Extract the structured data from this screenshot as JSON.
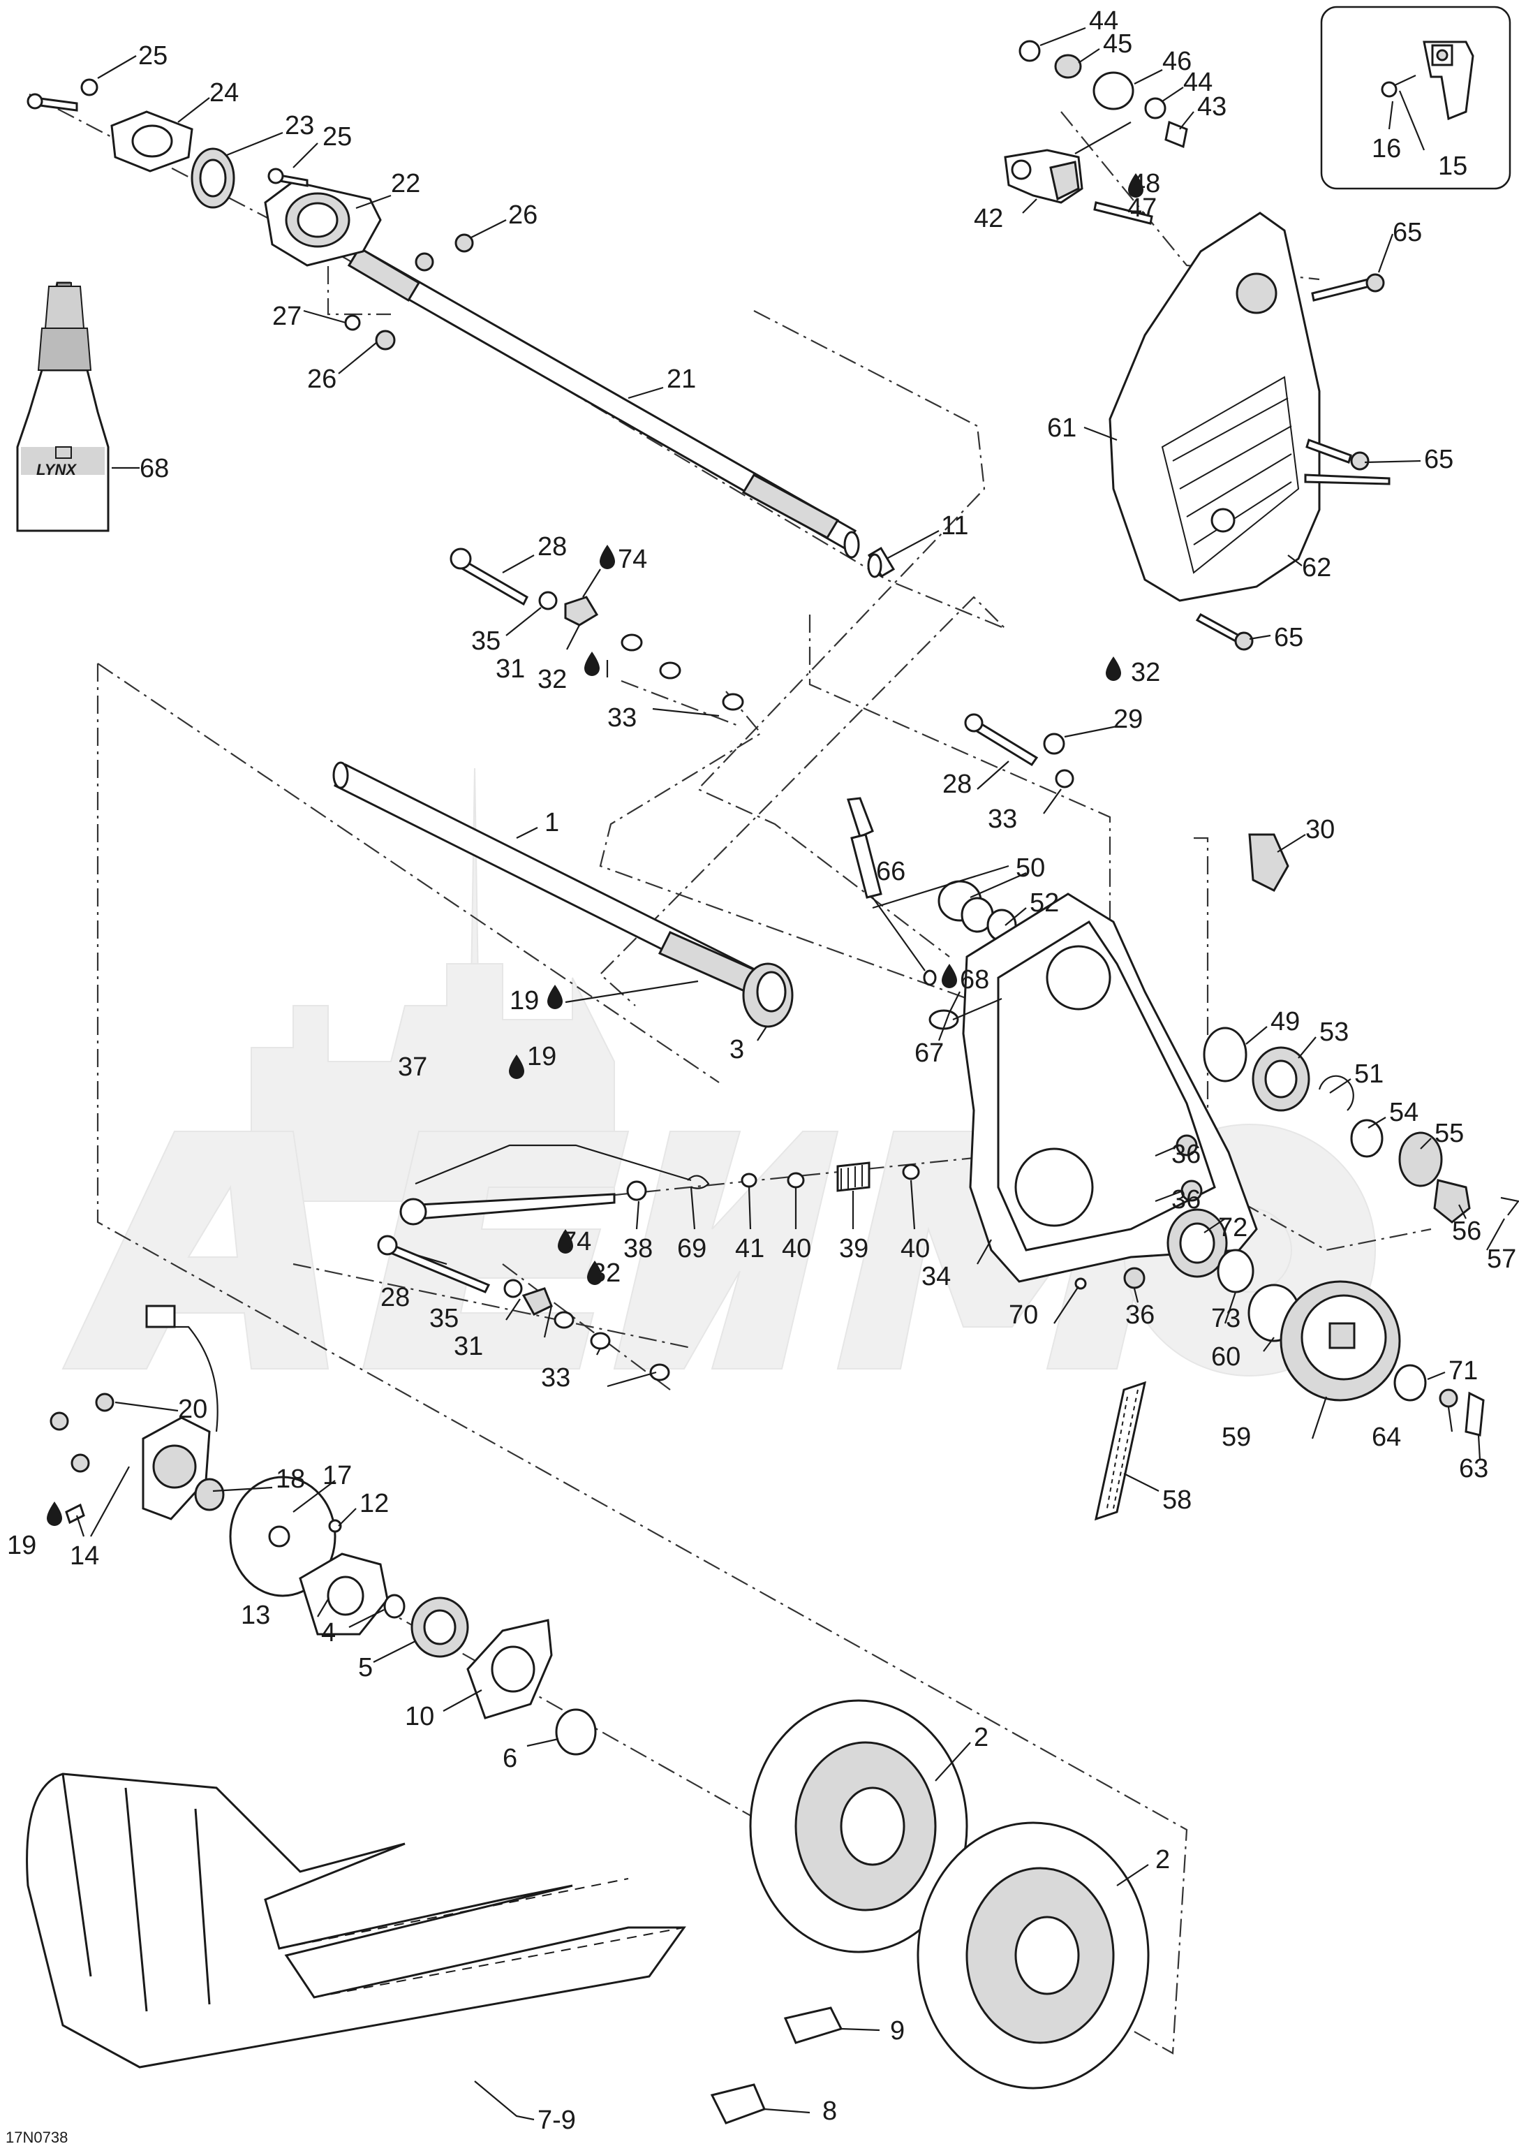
{
  "figure_code": "17N0738",
  "bottle_brand": "LYNX",
  "callouts": [
    {
      "id": "c1",
      "label": "1"
    },
    {
      "id": "c2a",
      "label": "2"
    },
    {
      "id": "c2b",
      "label": "2"
    },
    {
      "id": "c3",
      "label": "3"
    },
    {
      "id": "c4",
      "label": "4"
    },
    {
      "id": "c5",
      "label": "5"
    },
    {
      "id": "c6",
      "label": "6"
    },
    {
      "id": "c79",
      "label": "7-9"
    },
    {
      "id": "c8",
      "label": "8"
    },
    {
      "id": "c9",
      "label": "9"
    },
    {
      "id": "c10",
      "label": "10"
    },
    {
      "id": "c11",
      "label": "11"
    },
    {
      "id": "c12",
      "label": "12"
    },
    {
      "id": "c13",
      "label": "13"
    },
    {
      "id": "c14",
      "label": "14"
    },
    {
      "id": "c15",
      "label": "15"
    },
    {
      "id": "c16",
      "label": "16"
    },
    {
      "id": "c17",
      "label": "17"
    },
    {
      "id": "c18",
      "label": "18"
    },
    {
      "id": "c19a",
      "label": "19"
    },
    {
      "id": "c19b",
      "label": "19"
    },
    {
      "id": "c19c",
      "label": "19"
    },
    {
      "id": "c20",
      "label": "20"
    },
    {
      "id": "c21",
      "label": "21"
    },
    {
      "id": "c22",
      "label": "22"
    },
    {
      "id": "c23",
      "label": "23"
    },
    {
      "id": "c24",
      "label": "24"
    },
    {
      "id": "c25a",
      "label": "25"
    },
    {
      "id": "c25b",
      "label": "25"
    },
    {
      "id": "c26a",
      "label": "26"
    },
    {
      "id": "c26b",
      "label": "26"
    },
    {
      "id": "c27",
      "label": "27"
    },
    {
      "id": "c28a",
      "label": "28"
    },
    {
      "id": "c28b",
      "label": "28"
    },
    {
      "id": "c28c",
      "label": "28"
    },
    {
      "id": "c29",
      "label": "29"
    },
    {
      "id": "c30",
      "label": "30"
    },
    {
      "id": "c31a",
      "label": "31"
    },
    {
      "id": "c31b",
      "label": "31"
    },
    {
      "id": "c32a",
      "label": "32"
    },
    {
      "id": "c32b",
      "label": "32"
    },
    {
      "id": "c32c",
      "label": "32"
    },
    {
      "id": "c33a",
      "label": "33"
    },
    {
      "id": "c33b",
      "label": "33"
    },
    {
      "id": "c33c",
      "label": "33"
    },
    {
      "id": "c34",
      "label": "34"
    },
    {
      "id": "c35a",
      "label": "35"
    },
    {
      "id": "c35b",
      "label": "35"
    },
    {
      "id": "c36a",
      "label": "36"
    },
    {
      "id": "c36b",
      "label": "36"
    },
    {
      "id": "c36c",
      "label": "36"
    },
    {
      "id": "c37",
      "label": "37"
    },
    {
      "id": "c38",
      "label": "38"
    },
    {
      "id": "c39",
      "label": "39"
    },
    {
      "id": "c40a",
      "label": "40"
    },
    {
      "id": "c40b",
      "label": "40"
    },
    {
      "id": "c41",
      "label": "41"
    },
    {
      "id": "c42",
      "label": "42"
    },
    {
      "id": "c43",
      "label": "43"
    },
    {
      "id": "c44a",
      "label": "44"
    },
    {
      "id": "c44b",
      "label": "44"
    },
    {
      "id": "c45",
      "label": "45"
    },
    {
      "id": "c46",
      "label": "46"
    },
    {
      "id": "c47",
      "label": "47"
    },
    {
      "id": "c48",
      "label": "48"
    },
    {
      "id": "c49",
      "label": "49"
    },
    {
      "id": "c50",
      "label": "50"
    },
    {
      "id": "c51",
      "label": "51"
    },
    {
      "id": "c52",
      "label": "52"
    },
    {
      "id": "c53",
      "label": "53"
    },
    {
      "id": "c54",
      "label": "54"
    },
    {
      "id": "c55",
      "label": "55"
    },
    {
      "id": "c56",
      "label": "56"
    },
    {
      "id": "c57",
      "label": "57"
    },
    {
      "id": "c58",
      "label": "58"
    },
    {
      "id": "c59",
      "label": "59"
    },
    {
      "id": "c60",
      "label": "60"
    },
    {
      "id": "c61",
      "label": "61"
    },
    {
      "id": "c62",
      "label": "62"
    },
    {
      "id": "c63",
      "label": "63"
    },
    {
      "id": "c64",
      "label": "64"
    },
    {
      "id": "c65a",
      "label": "65"
    },
    {
      "id": "c65b",
      "label": "65"
    },
    {
      "id": "c65c",
      "label": "65"
    },
    {
      "id": "c66",
      "label": "66"
    },
    {
      "id": "c67",
      "label": "67"
    },
    {
      "id": "c68a",
      "label": "68"
    },
    {
      "id": "c68b",
      "label": "68"
    },
    {
      "id": "c69",
      "label": "69"
    },
    {
      "id": "c70",
      "label": "70"
    },
    {
      "id": "c71",
      "label": "71"
    },
    {
      "id": "c72",
      "label": "72"
    },
    {
      "id": "c73",
      "label": "73"
    },
    {
      "id": "c74a",
      "label": "74"
    },
    {
      "id": "c74b",
      "label": "74"
    }
  ],
  "icons": {
    "lubricant": "oil-drop-icon"
  }
}
